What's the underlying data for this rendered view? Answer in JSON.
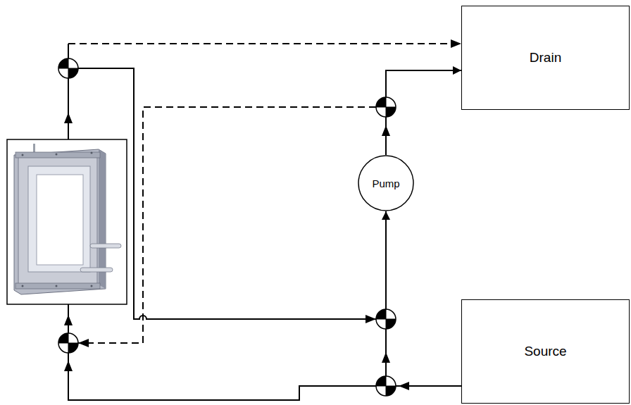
{
  "diagram": {
    "nodes": [
      {
        "text": [
          "Drain"
        ]
      },
      {
        "text": [
          "Pump"
        ]
      },
      {
        "text": [
          "Source"
        ]
      }
    ],
    "edges": [
      {
        "from": 2,
        "to": 1,
        "arrow": "to"
      },
      {
        "from": 1,
        "to": 0,
        "arrow": "to"
      }
    ]
  }
}
